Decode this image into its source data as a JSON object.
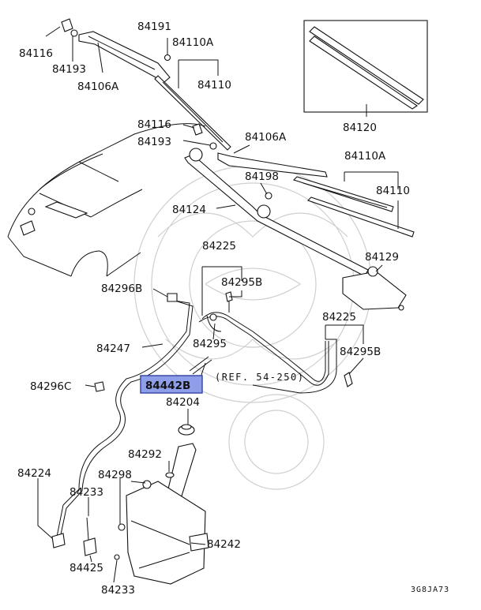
{
  "labels": {
    "l84116a": "84116",
    "l84193a": "84193",
    "l84106a_top": "84106A",
    "l84191": "84191",
    "l84110a_top": "84110A",
    "l84110_top": "84110",
    "l84120": "84120",
    "l84116b": "84116",
    "l84193b": "84193",
    "l84106a_mid": "84106A",
    "l84110a_mid": "84110A",
    "l84198": "84198",
    "l84110_mid": "84110",
    "l84124": "84124",
    "l84225a": "84225",
    "l84129": "84129",
    "l84296b": "84296B",
    "l84295ba": "84295B",
    "l84225b": "84225",
    "l84247": "84247",
    "l84295": "84295",
    "l84295bb": "84295B",
    "l84296c": "84296C",
    "l84442b": "84442B",
    "ref": "(REF. 54-250)",
    "l84204": "84204",
    "l84292": "84292",
    "l84224": "84224",
    "l84298": "84298",
    "l84233a": "84233",
    "l84242": "84242",
    "l84425": "84425",
    "l84233b": "84233",
    "code": "3G8JA73"
  },
  "colors": {
    "highlight_fill": "#8f9ee8",
    "highlight_border": "#3a4aa8",
    "line": "#111111",
    "watermark": "#cfcfcf"
  }
}
